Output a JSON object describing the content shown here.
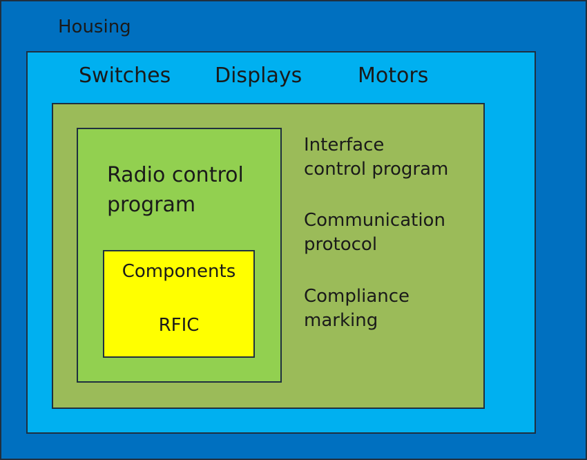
{
  "housing": {
    "label": "Housing"
  },
  "peripherals": {
    "items": [
      "Switches",
      "Displays",
      "Motors"
    ]
  },
  "module": {
    "items": [
      {
        "line1": "Interface",
        "line2": "control program"
      },
      {
        "line1": "Communication",
        "line2": "protocol"
      },
      {
        "line1": "Compliance",
        "line2": "marking"
      }
    ]
  },
  "radio": {
    "line1": "Radio control",
    "line2": "program"
  },
  "components": {
    "title": "Components",
    "item": "RFIC"
  },
  "colors": {
    "housing": "#0070c0",
    "peripherals": "#00b0f0",
    "module": "#9bbb59",
    "radio": "#92d050",
    "components": "#ffff00"
  }
}
